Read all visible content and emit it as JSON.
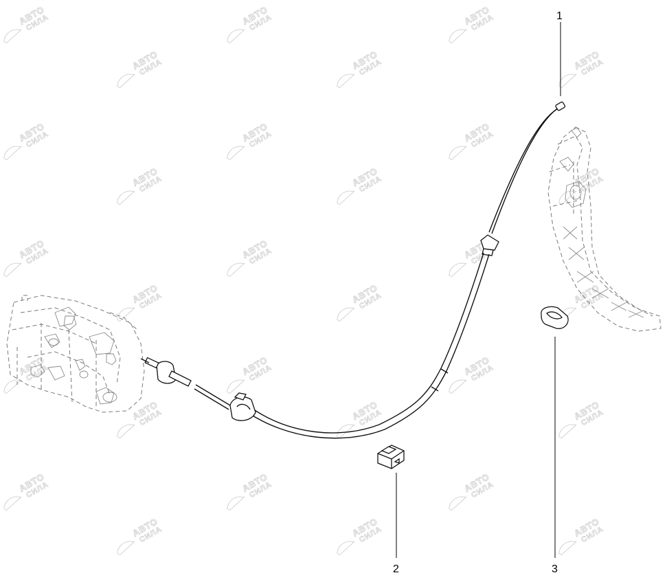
{
  "diagram": {
    "watermark": {
      "line1": "АВТО",
      "line2": "СИЛА"
    },
    "callouts": [
      {
        "id": "1",
        "label": "1"
      },
      {
        "id": "2",
        "label": "2"
      },
      {
        "id": "3",
        "label": "3"
      }
    ],
    "colors": {
      "line": "#111111",
      "ghost": "#7a7a7a",
      "watermark": "#c9c9c9"
    }
  }
}
